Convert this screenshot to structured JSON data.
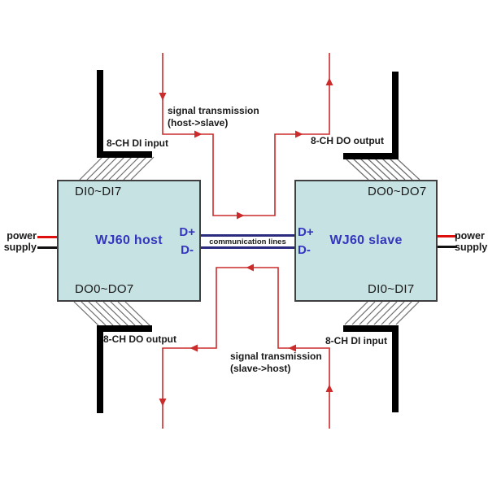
{
  "colors": {
    "background": "#ffffff",
    "module_fill": "#c6e2e3",
    "module_border": "#3f3f3f",
    "blue_text": "#3435bd",
    "black_text": "#1a1a1a",
    "signal_red": "#cc2b2b",
    "comm_navy": "#2b2b80",
    "power_red": "#dd0f0f",
    "power_black": "#111111",
    "hatch_gray": "#6e6e6e",
    "bracket_black": "#000000"
  },
  "host": {
    "title": "WJ60 host",
    "top_label": "DI0~DI7",
    "bottom_label": "DO0~DO7",
    "d_plus": "D+",
    "d_minus": "D-"
  },
  "slave": {
    "title": "WJ60 slave",
    "top_label": "DO0~DO7",
    "bottom_label": "DI0~DI7",
    "d_plus": "D+",
    "d_minus": "D-"
  },
  "ports": {
    "top_left": "8-CH DI input",
    "top_right": "8-CH DO output",
    "bottom_left": "8-CH DO output",
    "bottom_right": "8-CH DI input"
  },
  "power_left": {
    "line1": "power",
    "line2": "supply"
  },
  "power_right": {
    "line1": "power",
    "line2": "supply"
  },
  "comm_label": "communication lines",
  "signal_top": {
    "line1": "signal transmission",
    "line2": "(host->slave)"
  },
  "signal_bottom": {
    "line1": "signal transmission",
    "line2": "(slave->host)"
  }
}
